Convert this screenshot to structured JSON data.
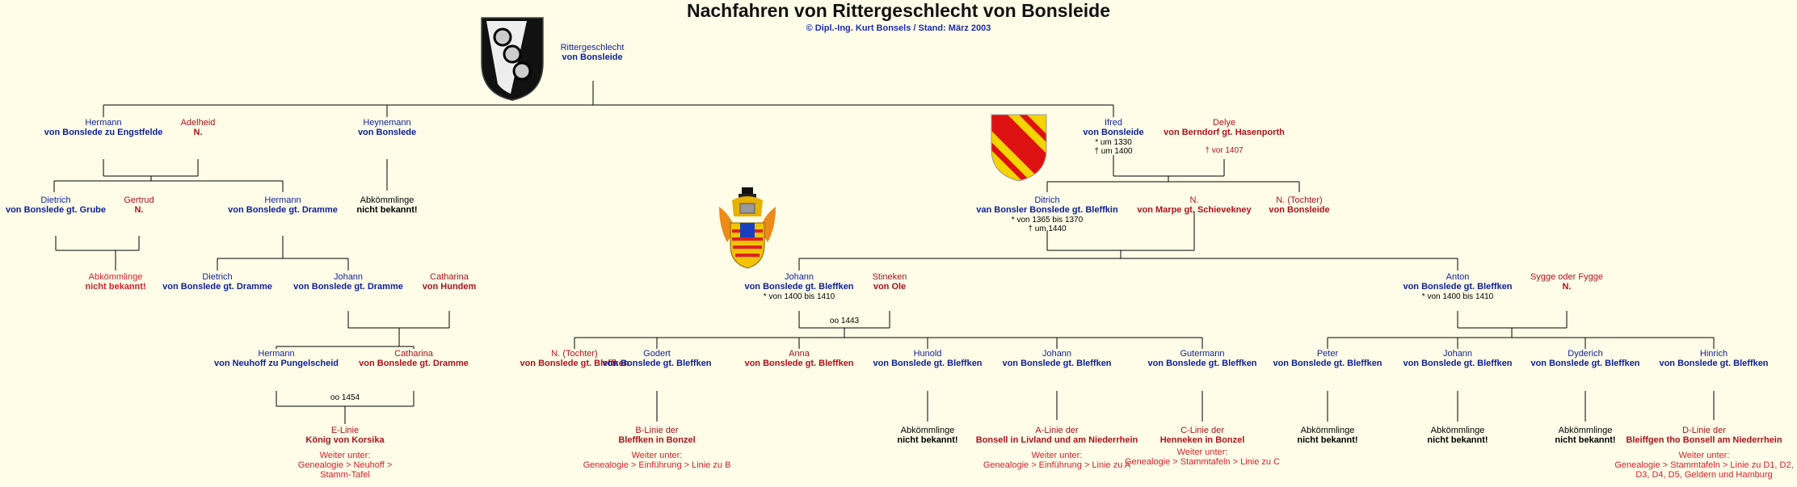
{
  "title": "Nachfahren von Rittergeschlecht von Bonsleide",
  "copyright": "© Dipl.-Ing. Kurt Bonsels / Stand: März 2003",
  "persons": {
    "root": [
      "Rittergeschlecht",
      "von Bonsleide"
    ],
    "hermann1": [
      "Hermann",
      "von Bonslede zu Engstfelde"
    ],
    "adelheid": [
      "Adelheid",
      "N."
    ],
    "heynemann": [
      "Heynemann",
      "von Bonslede"
    ],
    "ifred": [
      "Ifred",
      "von Bonsleide",
      "* um 1330",
      "† um 1400"
    ],
    "delye": [
      "Delye",
      "von Berndorf gt. Hasenporth",
      "† vor 1407"
    ],
    "dietrich1": [
      "Dietrich",
      "von Bonslede gt. Grube"
    ],
    "gertrud": [
      "Gertrud",
      "N."
    ],
    "hermann2": [
      "Hermann",
      "von Bonslede gt. Dramme"
    ],
    "heyn_desc": [
      "Abkömmlinge",
      "nicht bekannt!"
    ],
    "ditrich": [
      "Ditrich",
      "van Bonsler Bonslede gt. Bleffkin",
      "* von 1365 bis 1370",
      "† um 1440"
    ],
    "n_marpe": [
      "N.",
      "von Marpe gt. Schievekney"
    ],
    "n_tochter1": [
      "N. (Tochter)",
      "von Bonsleide"
    ],
    "dietrich1_desc": [
      "Abkömmlinge",
      "nicht bekannt!"
    ],
    "dietrich2": [
      "Dietrich",
      "von Bonslede gt. Dramme"
    ],
    "johann1": [
      "Johann",
      "von Bonslede gt. Dramme"
    ],
    "catharina1": [
      "Catharina",
      "von Hundem"
    ],
    "johann2": [
      "Johann",
      "von Bonslede gt. Bleffken",
      "* von 1400 bis 1410"
    ],
    "stineken": [
      "Stineken",
      "von Ole"
    ],
    "anton": [
      "Anton",
      "von Bonslede gt. Bleffken",
      "* von 1400 bis 1410"
    ],
    "sygge": [
      "Sygge oder Fygge",
      "N."
    ],
    "hermann3": [
      "Hermann",
      "von Neuhoff zu Pungelscheid"
    ],
    "catharina2": [
      "Catharina",
      "von Bonslede gt. Dramme"
    ],
    "n_tochter2": [
      "N. (Tochter)",
      "von Bonslede gt. Bleffken"
    ],
    "godert": [
      "Godert",
      "von Bonslede gt. Bleffken"
    ],
    "anna": [
      "Anna",
      "von Bonslede gt. Bleffken"
    ],
    "hunold": [
      "Hunold",
      "von Bonslede gt. Bleffken"
    ],
    "johann3": [
      "Johann",
      "von Bonslede gt. Bleffken"
    ],
    "gutermann": [
      "Gutermann",
      "von Bonslede gt. Bleffken"
    ],
    "peter": [
      "Peter",
      "von Bonslede gt. Bleffken"
    ],
    "johann4": [
      "Johann",
      "von Bonslede gt. Bleffken"
    ],
    "dyderich": [
      "Dyderich",
      "von Bonslede gt. Bleffken"
    ],
    "hinrich": [
      "Hinrich",
      "von Bonslede gt. Bleffken"
    ]
  },
  "marriages": {
    "m1443": "oo 1443",
    "m1454": "oo 1454"
  },
  "lines": {
    "e_linie": [
      "E-Linie",
      "König von Korsika",
      "Weiter unter:",
      "Genealogie > Neuhoff >",
      "Stamm-Tafel"
    ],
    "b_linie": [
      "B-Linie der",
      "Bleffken in Bonzel",
      "Weiter unter:",
      "Genealogie > Einführung > Linie zu B"
    ],
    "hunold_desc": [
      "Abkömmlinge",
      "nicht bekannt!"
    ],
    "a_linie": [
      "A-Linie der",
      "Bonsell in Livland und am Niederrhein",
      "Weiter unter:",
      "Genealogie > Einführung > Linie zu A"
    ],
    "c_linie": [
      "C-Linie der",
      "Henneken in Bonzel",
      "Weiter unter:",
      "Genealogie > Stammtafeln > Linie zu C"
    ],
    "peter_desc": [
      "Abkömmlinge",
      "nicht bekannt!"
    ],
    "johann4_desc": [
      "Abkömmlinge",
      "nicht bekannt!"
    ],
    "dyderich_desc": [
      "Abkömmlinge",
      "nicht bekannt!"
    ],
    "d_linie": [
      "D-Linie der",
      "Bleiffgen tho Bonsell am Niederrhein",
      "Weiter unter:",
      "Genealogie > Stammtafeln > Linie zu D1, D2,",
      "D3, D4, D5, Geldern und Hamburg"
    ]
  },
  "icons": {
    "coat1": "shield-three-rings-icon",
    "coat2": "shield-red-bend-icon",
    "coat3": "crested-helm-arms-icon"
  }
}
